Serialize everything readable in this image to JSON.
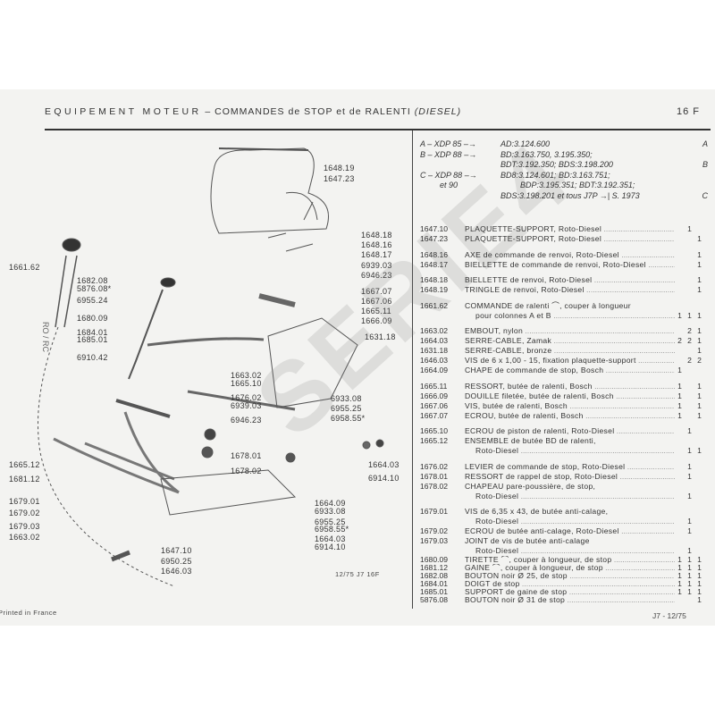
{
  "header": {
    "title_main": "EQUIPEMENT MOTEUR",
    "title_dash": " – ",
    "title_sub": "COMMANDES de STOP et de RALENTI",
    "title_diesel": "(DIESEL)",
    "page": "16 F"
  },
  "diagram": {
    "labels": [
      "1648.19",
      "1647.23",
      "1648.18",
      "1648.16",
      "1648.17",
      "6939.03",
      "6946.23",
      "1667.07",
      "1667.06",
      "1665.11",
      "1666.09",
      "1631.18",
      "1661.62",
      "1682.08",
      "5876.08*",
      "6955.24",
      "1680.09",
      "1684.01",
      "1685.01",
      "6910.42",
      "1663.02",
      "1665.10",
      "1676.02",
      "6939.03",
      "6946.23",
      "6933.08",
      "6955.25",
      "6958.55*",
      "1678.01",
      "1678.02",
      "1664.03",
      "6914.10",
      "1665.12",
      "1681.12",
      "1679.01",
      "1679.02",
      "1679.03",
      "1663.02",
      "1664.09",
      "6933.08",
      "6955.25",
      "6958.55*",
      "1664.03",
      "6914.10",
      "1647.10",
      "6950.25",
      "1646.03"
    ],
    "side_text": "RO / RC",
    "drawing_ref": "12/75 J7 16F",
    "printed": "Printed in France",
    "watermark": "SERIE4.COM"
  },
  "applications": [
    {
      "key": "A – XDP 85 –→",
      "lines": [
        "AD:3.124.600"
      ],
      "col": "A"
    },
    {
      "key": "B – XDP 88 –→",
      "lines": [
        "BD:3.163.750, 3.195.350;",
        "BDT:3.192.350; BDS:3.198.200"
      ],
      "col": "B"
    },
    {
      "key": "C – XDP 88 –→",
      "key2": "et 90",
      "lines": [
        "BD8:3.124.601; BD:3.163.751;",
        "BDP:3.195.351; BDT:3.192.351;",
        "BDS:3.198.201 et tous J7P →| S. 1973"
      ],
      "col": "C"
    }
  ],
  "parts": [
    [
      {
        "code": "1647.10",
        "desc": "PLAQUETTE-SUPPORT, Roto-Diesel",
        "qty": [
          "",
          "1",
          ""
        ]
      },
      {
        "code": "1647.23",
        "desc": "PLAQUETTE-SUPPORT, Roto-Diesel",
        "qty": [
          "",
          "",
          "1"
        ]
      }
    ],
    [
      {
        "code": "1648.16",
        "desc": "AXE de commande de renvoi, Roto-Diesel",
        "qty": [
          "",
          "",
          "1"
        ]
      },
      {
        "code": "1648.17",
        "desc": "BIELLETTE de commande de renvoi, Roto-Diesel",
        "qty": [
          "",
          "",
          "1"
        ]
      }
    ],
    [
      {
        "code": "1648.18",
        "desc": "BIELLETTE de renvoi, Roto-Diesel",
        "qty": [
          "",
          "",
          "1"
        ]
      },
      {
        "code": "1648.19",
        "desc": "TRINGLE de renvoi, Roto-Diesel",
        "qty": [
          "",
          "",
          "1"
        ]
      }
    ],
    [
      {
        "code": "1661.62",
        "desc": "COMMANDE de ralenti ⌒, couper à longueur",
        "qty": [
          "",
          "",
          ""
        ],
        "nolead": true
      },
      {
        "code": "",
        "desc": "pour colonnes A et B",
        "qty": [
          "1",
          "1",
          "1"
        ],
        "cont": true
      }
    ],
    [
      {
        "code": "1663.02",
        "desc": "EMBOUT, nylon",
        "qty": [
          "",
          "2",
          "1"
        ]
      },
      {
        "code": "1664.03",
        "desc": "SERRE-CABLE, Zamak",
        "qty": [
          "2",
          "2",
          "1"
        ]
      },
      {
        "code": "1631.18",
        "desc": "SERRE-CABLE, bronze",
        "qty": [
          "",
          "",
          "1"
        ]
      },
      {
        "code": "1646.03",
        "desc": "VIS de 6 x 1,00 - 15, fixation plaquette-support",
        "qty": [
          "",
          "2",
          "2"
        ]
      },
      {
        "code": "1664.09",
        "desc": "CHAPE de commande de stop, Bosch",
        "qty": [
          "1",
          "",
          ""
        ]
      }
    ],
    [
      {
        "code": "1665.11",
        "desc": "RESSORT, butée de ralenti, Bosch",
        "qty": [
          "1",
          "",
          "1"
        ]
      },
      {
        "code": "1666.09",
        "desc": "DOUILLE filetée, butée de ralenti, Bosch",
        "qty": [
          "1",
          "",
          "1"
        ]
      },
      {
        "code": "1667.06",
        "desc": "VIS, butée de ralenti, Bosch",
        "qty": [
          "1",
          "",
          "1"
        ]
      },
      {
        "code": "1667.07",
        "desc": "ECROU, butée de ralenti, Bosch",
        "qty": [
          "1",
          "",
          "1"
        ]
      }
    ],
    [
      {
        "code": "1665.10",
        "desc": "ECROU de piston de ralenti, Roto-Diesel",
        "qty": [
          "",
          "1",
          ""
        ]
      },
      {
        "code": "1665.12",
        "desc": "ENSEMBLE de butée BD de ralenti,",
        "qty": [
          "",
          "",
          ""
        ],
        "nolead": true
      },
      {
        "code": "",
        "desc": "Roto-Diesel",
        "qty": [
          "",
          "1",
          "1"
        ],
        "cont": true
      }
    ],
    [
      {
        "code": "1676.02",
        "desc": "LEVIER de commande de stop, Roto-Diesel",
        "qty": [
          "",
          "1",
          ""
        ]
      },
      {
        "code": "1678.01",
        "desc": "RESSORT de rappel de stop, Roto-Diesel",
        "qty": [
          "",
          "1",
          ""
        ]
      },
      {
        "code": "1678.02",
        "desc": "CHAPEAU pare-poussière, de stop,",
        "qty": [
          "",
          "",
          ""
        ],
        "nolead": true
      },
      {
        "code": "",
        "desc": "Roto-Diesel",
        "qty": [
          "",
          "1",
          ""
        ],
        "cont": true
      }
    ],
    [
      {
        "code": "1679.01",
        "desc": "VIS de 6,35 x 43, de butée anti-calage,",
        "qty": [
          "",
          "",
          ""
        ],
        "nolead": true
      },
      {
        "code": "",
        "desc": "Roto-Diesel",
        "qty": [
          "",
          "1",
          ""
        ],
        "cont": true
      },
      {
        "code": "1679.02",
        "desc": "ECROU de butée anti-calage, Roto-Diesel",
        "qty": [
          "",
          "1",
          ""
        ]
      },
      {
        "code": "1679.03",
        "desc": "JOINT de vis de butée anti-calage",
        "qty": [
          "",
          "",
          ""
        ],
        "nolead": true
      },
      {
        "code": "",
        "desc": "Roto-Diesel",
        "qty": [
          "",
          "1",
          ""
        ],
        "cont": true
      },
      {
        "code": "1680.09",
        "desc": "TIRETTE ⌒, couper à longueur, de stop",
        "qty": [
          "1",
          "1",
          "1"
        ],
        "tight": true
      },
      {
        "code": "1681.12",
        "desc": "GAINE ⌒, couper à longueur, de stop",
        "qty": [
          "1",
          "1",
          "1"
        ],
        "tight": true
      },
      {
        "code": "1682.08",
        "desc": "BOUTON noir Ø 25, de stop",
        "qty": [
          "1",
          "1",
          "1"
        ],
        "tight": true
      },
      {
        "code": "1684.01",
        "desc": "DOIGT de stop",
        "qty": [
          "1",
          "1",
          "1"
        ],
        "tight": true
      },
      {
        "code": "1685.01",
        "desc": "SUPPORT de gaine de stop",
        "qty": [
          "1",
          "1",
          "1"
        ],
        "tight": true
      },
      {
        "code": "5876.08",
        "desc": "BOUTON noir Ø 31 de stop",
        "qty": [
          "",
          "",
          "1"
        ],
        "tight": true
      }
    ]
  ],
  "footer_ref": "J7 - 12/75",
  "colors": {
    "paper": "#f3f3f1",
    "ink": "#333333"
  }
}
